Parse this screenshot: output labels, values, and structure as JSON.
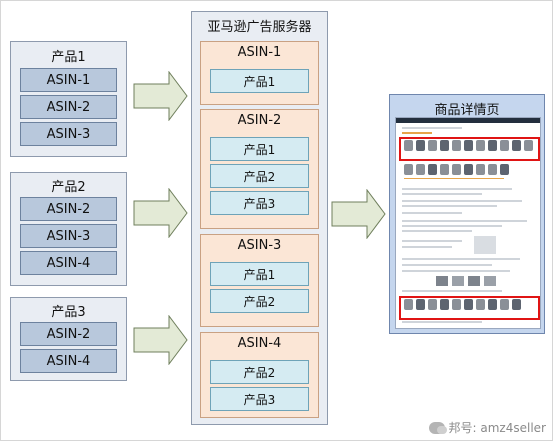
{
  "products": [
    {
      "title": "产品1",
      "asins": [
        "ASIN-1",
        "ASIN-2",
        "ASIN-3"
      ]
    },
    {
      "title": "产品2",
      "asins": [
        "ASIN-2",
        "ASIN-3",
        "ASIN-4"
      ]
    },
    {
      "title": "产品3",
      "asins": [
        "ASIN-2",
        "ASIN-4"
      ]
    }
  ],
  "server": {
    "title": "亚马逊广告服务器",
    "groups": [
      {
        "title": "ASIN-1",
        "items": [
          "产品1"
        ]
      },
      {
        "title": "ASIN-2",
        "items": [
          "产品1",
          "产品2",
          "产品3"
        ]
      },
      {
        "title": "ASIN-3",
        "items": [
          "产品1",
          "产品2"
        ]
      },
      {
        "title": "ASIN-4",
        "items": [
          "产品2",
          "产品3"
        ]
      }
    ]
  },
  "detail": {
    "title": "商品详情页"
  },
  "watermark": {
    "text": "邦号: amz4seller"
  },
  "colors": {
    "highlight": "#e01414",
    "arrow_fill": "#e3ead6",
    "arrow_stroke": "#6f7f5c"
  }
}
